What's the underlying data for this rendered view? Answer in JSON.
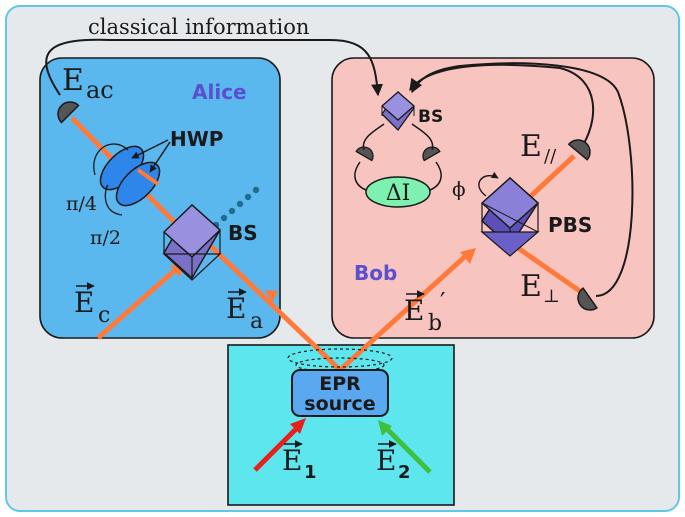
{
  "caption": "classical information",
  "alice": {
    "title": "Alice",
    "e_ac": "E",
    "e_ac_sub": "ac",
    "hwp": "HWP",
    "angle1": "π/4",
    "angle2": "π/2",
    "bs": "BS",
    "e_c": "E",
    "e_c_sub": "c",
    "e_a": "E",
    "e_a_sub": "a"
  },
  "bob": {
    "title": "Bob",
    "bs": "BS",
    "delta_i": "ΔI",
    "e_par": "E",
    "e_par_sub": "//",
    "phi": "ϕ",
    "pbs": "PBS",
    "e_perp": "E",
    "e_perp_sub": "⊥",
    "e_b": "E",
    "e_b_sub": "b",
    "e_b_prime": "′"
  },
  "source": {
    "line1": "EPR",
    "line2": "source",
    "e1": "E",
    "e1_sub": "1",
    "e2": "E",
    "e2_sub": "2"
  },
  "colors": {
    "outer_bg": "#e6e9ec",
    "outer_border": "#5ec8e6",
    "alice_box": "#5ab8ee",
    "bob_box": "#f8c4c0",
    "source_box": "#5ee6ee",
    "beam_orange": "#ff7a3a",
    "beam_red": "#e8201c",
    "beam_green": "#3ec03e",
    "label_purple": "#5a4fcf",
    "cube": "#7a70c8",
    "plate": "#2e86ea",
    "delta_bg": "#7ef0b0"
  }
}
